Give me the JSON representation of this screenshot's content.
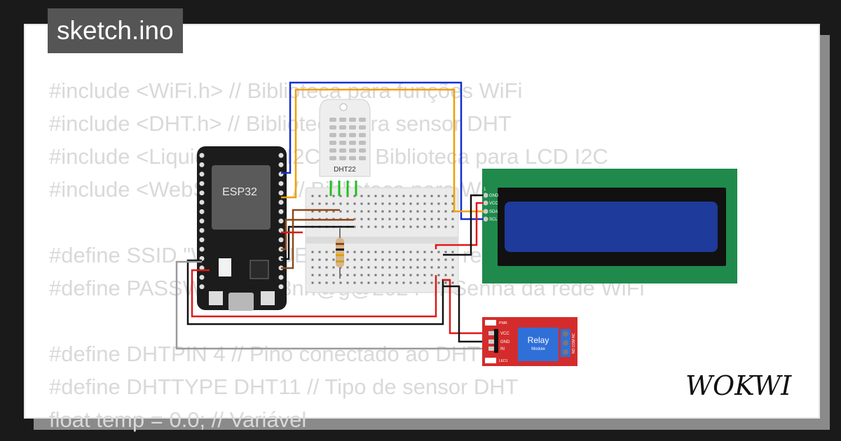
{
  "header": {
    "filename": "sketch.ino"
  },
  "code_lines": [
    "#include <WiFi.h> // Biblioteca para funções WiFi",
    "#include <DHT.h> // Biblioteca para sensor DHT",
    "#include <LiquidCrystal_I2C.h> // Biblioteca para LCD I2C",
    "#include <WebServer.h> // Biblioteca para WebServer",
    "",
    "#define SSID \"Wokwi-GUEST\" // Nome da rede WiFi",
    "#define PASSWORD \"S3nh@g@2024\" // Senha da rede WiFi",
    "",
    "#define DHTPIN 4 // Pino conectado ao DHT",
    "#define DHTTYPE DHT11 // Tipo de sensor DHT",
    "float temp = 0.0; // Variável"
  ],
  "components": {
    "esp32_label": "ESP32",
    "dht_label": "DHT22",
    "lcd_pins": [
      "GND",
      "VCC",
      "SDA",
      "SCL"
    ],
    "lcd_pin_index": "1",
    "relay_title": "Relay",
    "relay_sub": "Module",
    "relay_pins": [
      "VCC",
      "GND",
      "IN"
    ],
    "relay_pwr": "PWR",
    "relay_led": "LED1",
    "relay_contacts": "NO COM NC"
  },
  "brand": {
    "logo": "WOKWI"
  },
  "colors": {
    "background": "#1a1a1a",
    "card": "#ffffff",
    "code_text": "#d9d9d9",
    "tag_bg": "#555555",
    "lcd_board": "#1f8a4c",
    "lcd_screen": "#1e3a9a",
    "relay_board": "#d42c2c",
    "relay_block": "#2f6fd8",
    "wire_red": "#e01818",
    "wire_black": "#111111",
    "wire_blue": "#1030d0",
    "wire_orange": "#f0a000",
    "wire_brown": "#8b4a1c",
    "wire_gray": "#9a9a9a",
    "wire_green": "#20c020"
  }
}
